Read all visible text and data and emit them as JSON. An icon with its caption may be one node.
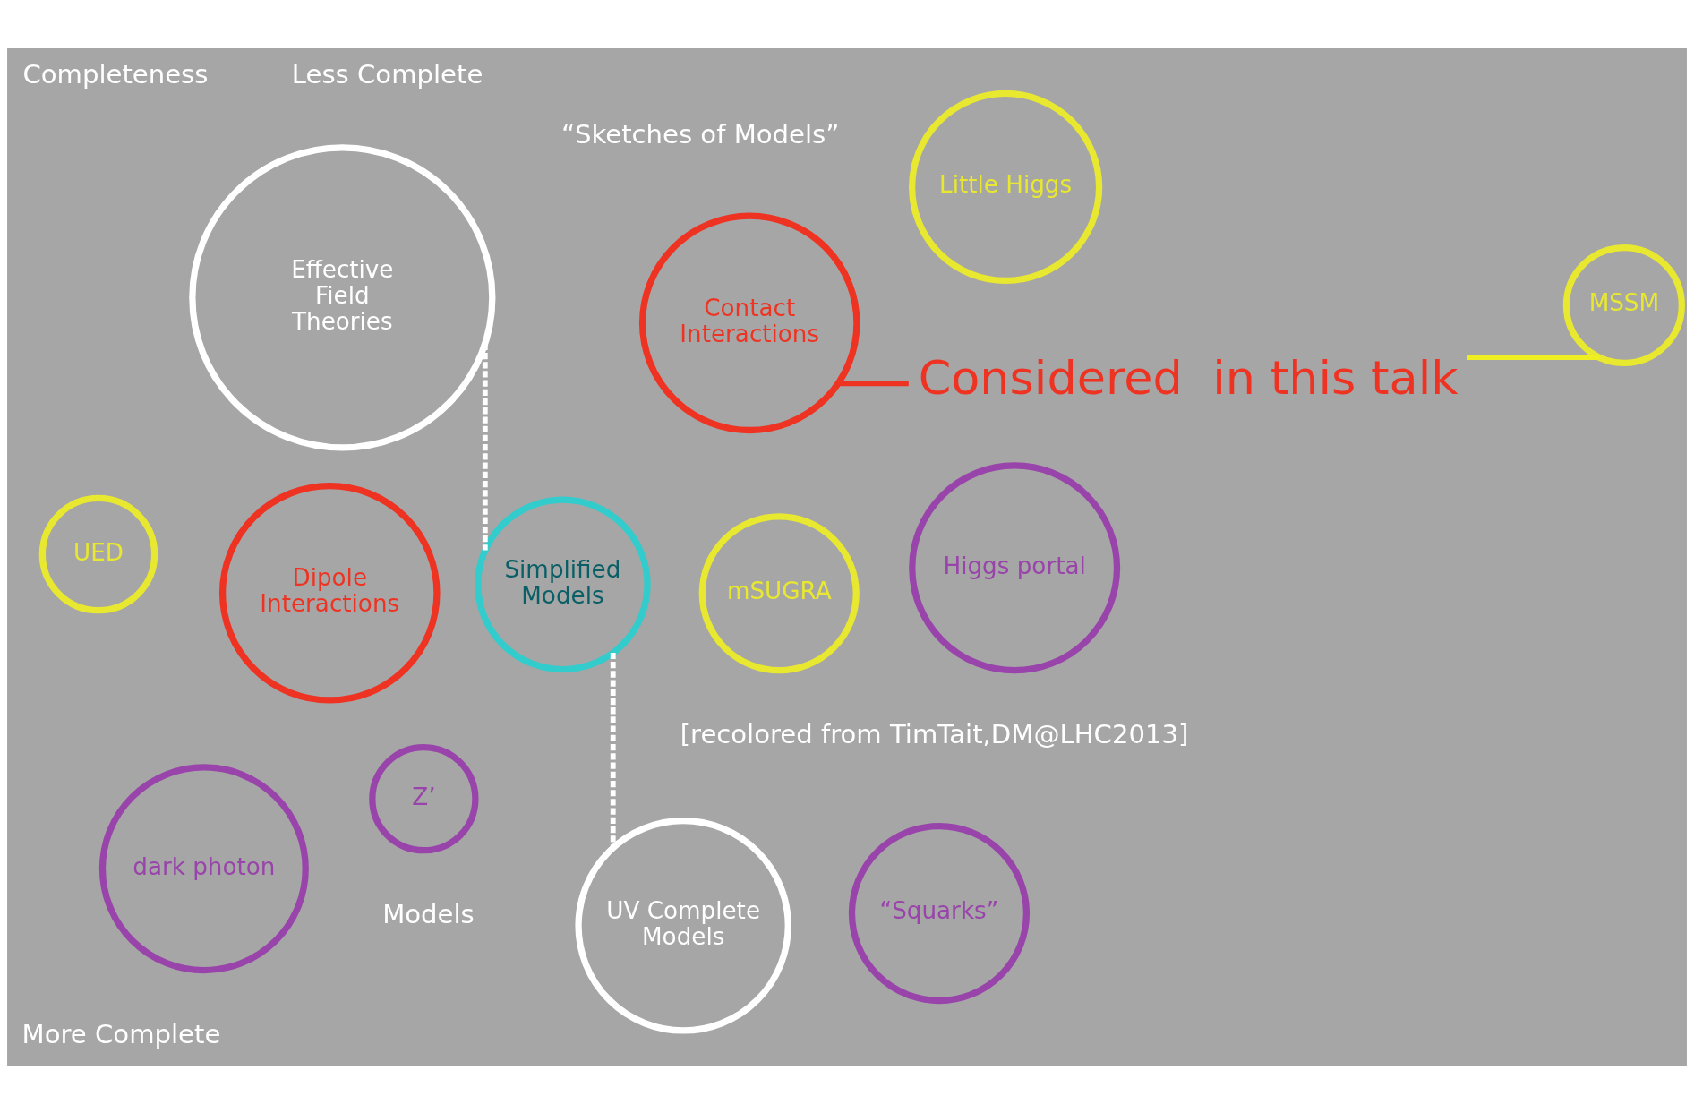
{
  "diagram": {
    "nodes": [
      {
        "text": [
          "Effective Field Theories"
        ]
      },
      {
        "text": [
          "Dipole Interactions"
        ]
      },
      {
        "text": [
          "Contact Interactions"
        ]
      },
      {
        "text": [
          "Simplified Models"
        ]
      },
      {
        "text": [
          "Z’"
        ]
      },
      {
        "text": [
          "dark photon"
        ]
      },
      {
        "text": [
          "Higgs portal"
        ]
      },
      {
        "text": [
          "“Squarks”"
        ]
      },
      {
        "text": [
          "UED"
        ]
      },
      {
        "text": [
          "UV Complete Models"
        ]
      },
      {
        "text": [
          "MSSM"
        ]
      },
      {
        "text": [
          "Little Higgs"
        ]
      },
      {
        "text": [
          "mSUGRA"
        ]
      },
      {
        "text": [
          "Considered  in this talk"
        ]
      }
    ],
    "edges": [
      {
        "from": 0,
        "to": 3,
        "arrow": "none",
        "style": "dashed",
        "color": "#ffffff"
      },
      {
        "from": 3,
        "to": 9,
        "arrow": "none",
        "style": "dashed",
        "color": "#ffffff"
      },
      {
        "from": 13,
        "to": 2,
        "arrow": "none",
        "color": "#ee3322"
      },
      {
        "from": 13,
        "to": 10,
        "arrow": "none",
        "color": "#eeee22"
      }
    ],
    "labels": [
      "Less Complete",
      "Models",
      "“Sketches of Models”",
      "Completeness",
      "More Complete",
      "[recolored from TimTait,DM@LHC2013]"
    ]
  }
}
